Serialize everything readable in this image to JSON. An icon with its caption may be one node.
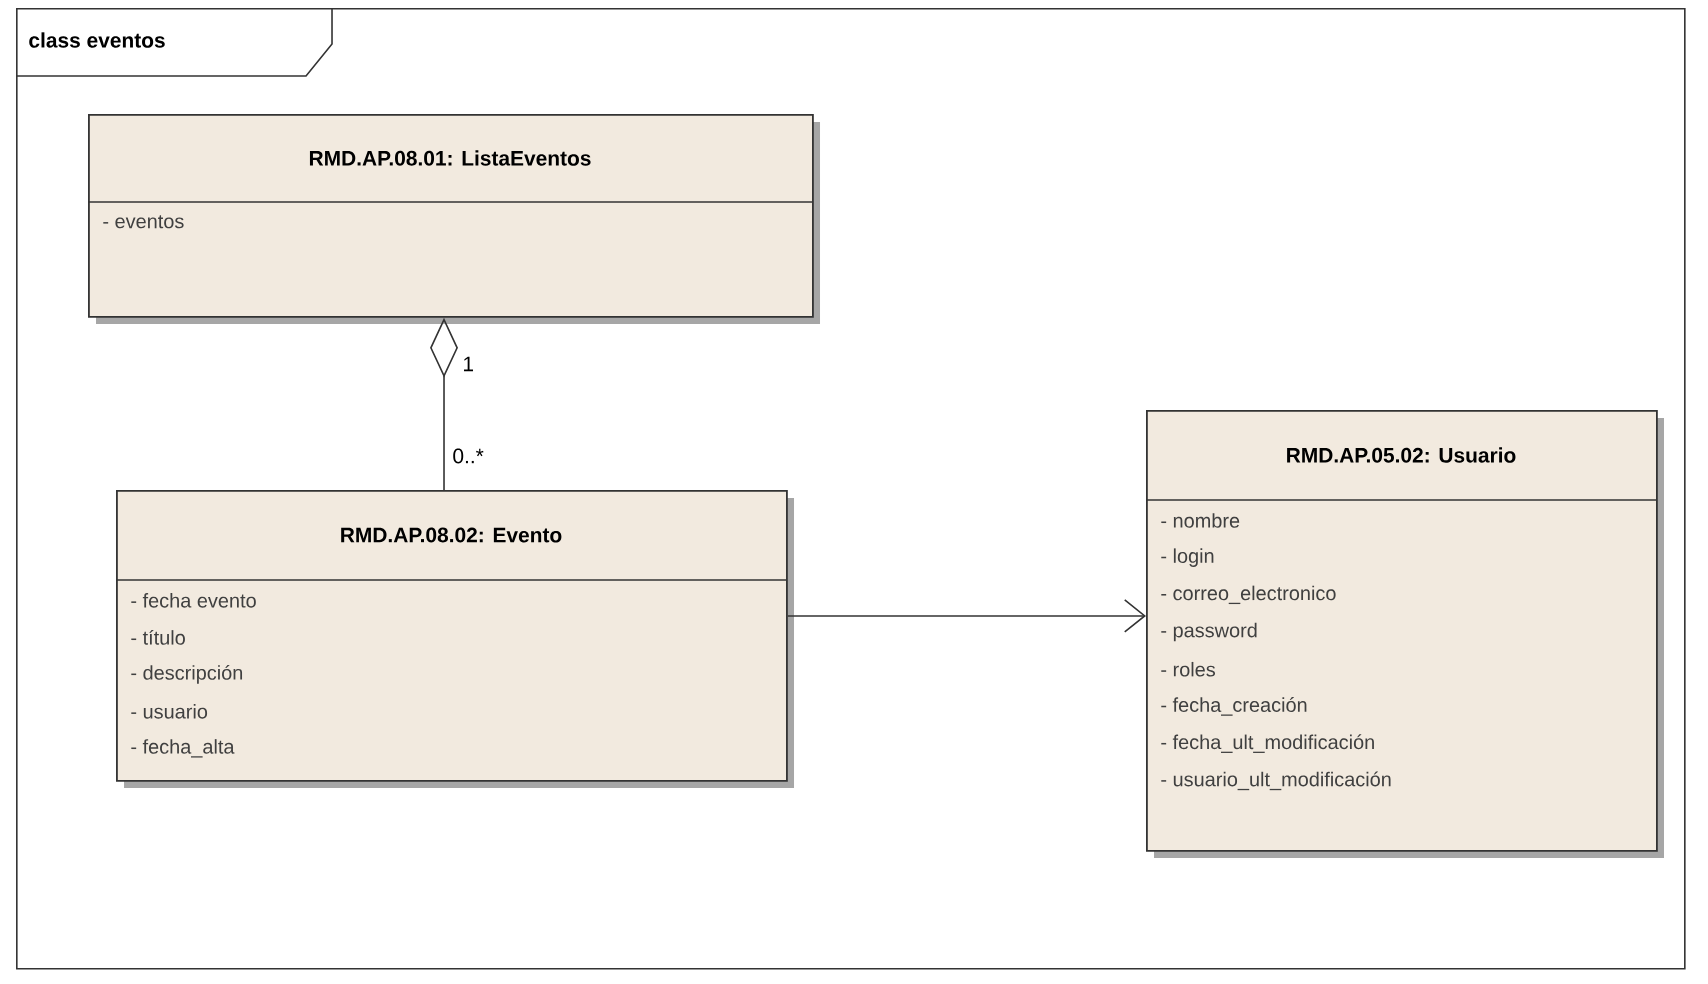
{
  "diagram": {
    "nodes": [
      {
        "text": [
          "class eventos"
        ]
      },
      {
        "text": [
          "RMD.AP.08.01: ListaEventos",
          "- eventos"
        ],
        "in": 0
      },
      {
        "text": [
          "RMD.AP.08.02: Evento",
          "- fecha evento",
          "- título",
          "- descripción",
          "- usuario",
          "- fecha_alta"
        ],
        "in": 0
      },
      {
        "text": [
          "RMD.AP.05.02: Usuario",
          "- nombre",
          "- login",
          "- correo_electronico",
          "- password",
          "- roles",
          "- fecha_creación",
          "- fecha_ult_modificación",
          "- usuario_ult_modificación"
        ],
        "in": 0
      }
    ],
    "edges": [
      {
        "from": 2,
        "to": 1,
        "arrow": "other"
      },
      {
        "from": 2,
        "to": 3,
        "arrow": "to"
      }
    ],
    "labels": [
      "1",
      "0..*"
    ]
  }
}
